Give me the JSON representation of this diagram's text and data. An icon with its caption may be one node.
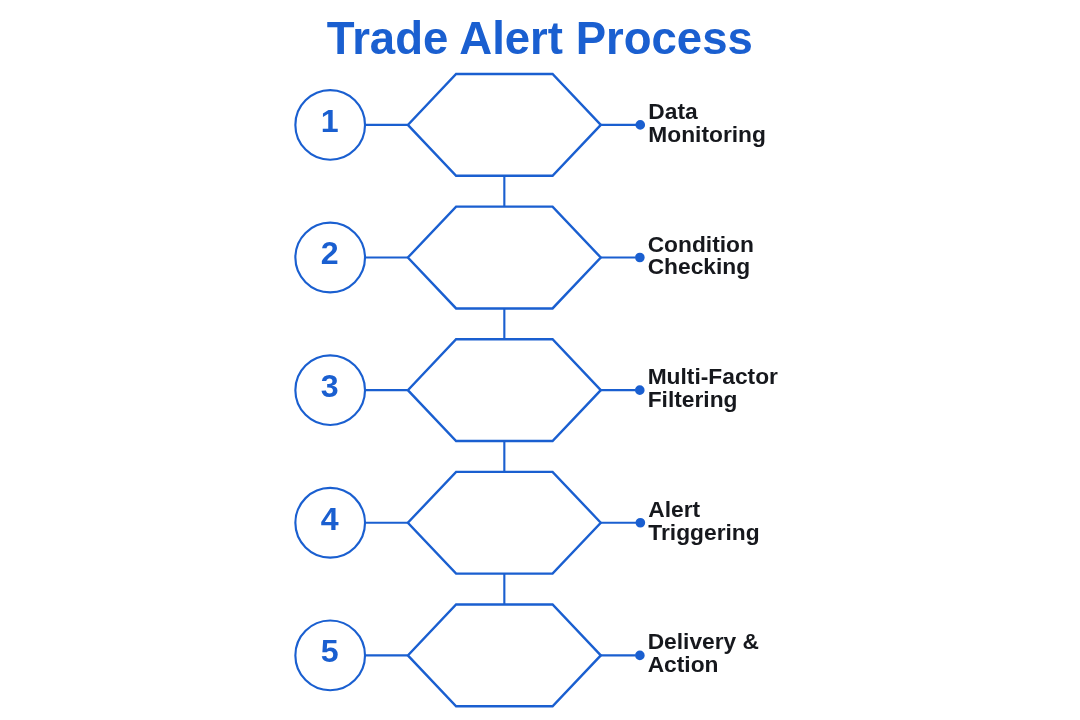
{
  "diagram": {
    "title": "Trade Alert Process",
    "nodes": [
      {
        "text": [
          "1"
        ]
      },
      {
        "text": [],
        "shape": "hexagon"
      },
      {
        "text": [
          "Data Monitoring"
        ]
      },
      {
        "text": [
          "2"
        ]
      },
      {
        "text": [],
        "shape": "hexagon"
      },
      {
        "text": [
          "Condition Checking"
        ]
      },
      {
        "text": [
          "3"
        ]
      },
      {
        "text": [],
        "shape": "hexagon"
      },
      {
        "text": [
          "Multi-Factor Filtering"
        ]
      },
      {
        "text": [
          "4"
        ]
      },
      {
        "text": [],
        "shape": "hexagon"
      },
      {
        "text": [
          "Alert Triggering"
        ]
      },
      {
        "text": [
          "5"
        ]
      },
      {
        "text": [],
        "shape": "hexagon"
      },
      {
        "text": [
          "Delivery & Action"
        ]
      }
    ],
    "edges": [
      {
        "from": 0,
        "to": 1,
        "arrow": "none"
      },
      {
        "from": 1,
        "to": 2,
        "arrow": "other"
      },
      {
        "from": 1,
        "to": 4,
        "arrow": "none"
      },
      {
        "from": 3,
        "to": 4,
        "arrow": "none"
      },
      {
        "from": 4,
        "to": 5,
        "arrow": "other"
      },
      {
        "from": 4,
        "to": 7,
        "arrow": "none"
      },
      {
        "from": 6,
        "to": 7,
        "arrow": "none"
      },
      {
        "from": 7,
        "to": 8,
        "arrow": "other"
      },
      {
        "from": 7,
        "to": 10,
        "arrow": "none"
      },
      {
        "from": 9,
        "to": 10,
        "arrow": "none"
      },
      {
        "from": 10,
        "to": 11,
        "arrow": "other"
      },
      {
        "from": 10,
        "to": 13,
        "arrow": "none"
      },
      {
        "from": 12,
        "to": 13,
        "arrow": "none"
      },
      {
        "from": 13,
        "to": 14,
        "arrow": "other"
      }
    ]
  }
}
